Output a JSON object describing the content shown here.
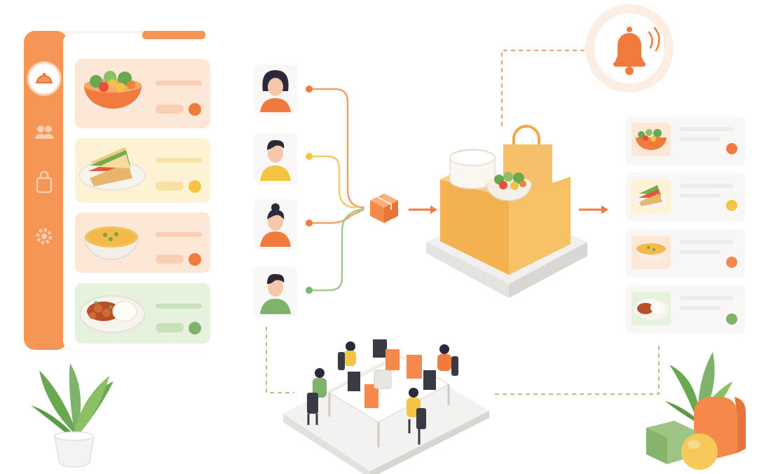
{
  "colors": {
    "orange": "#f5894a",
    "orange_light": "#fde8d8",
    "yellow": "#f5c443",
    "yellow_light": "#fdf3d4",
    "green": "#7fb26b",
    "green_light": "#e6f1de",
    "sidebar": "#f59556",
    "box": "#f6b756",
    "connector_orange": "#f0a06e",
    "connector_yellow": "#f3cc6a",
    "connector_green": "#a7c98c"
  },
  "sidebar": {
    "icons": [
      "cloche-icon",
      "users-icon",
      "shopping-bag-icon",
      "gear-icon"
    ],
    "selected": "cloche-icon"
  },
  "menu_cards": [
    {
      "dish": "salad-bowl-icon",
      "status": "orange"
    },
    {
      "dish": "sandwich-icon",
      "status": "yellow"
    },
    {
      "dish": "soup-bowl-icon",
      "status": "orange"
    },
    {
      "dish": "curry-rice-icon",
      "status": "green"
    }
  ],
  "people": [
    {
      "avatar": "woman-long-hair-icon",
      "shirt": "orange"
    },
    {
      "avatar": "man-short-hair-icon",
      "shirt": "yellow"
    },
    {
      "avatar": "woman-bun-hair-icon",
      "shirt": "orange"
    },
    {
      "avatar": "man-icon",
      "shirt": "green"
    }
  ],
  "hub": {
    "icon": "package-icon"
  },
  "lunch_box": {
    "icon": "delivery-box-icon"
  },
  "notification": {
    "icon": "bell-icon"
  },
  "order_list": [
    {
      "dish": "salad-bowl-icon",
      "status": "orange"
    },
    {
      "dish": "sandwich-icon",
      "status": "yellow"
    },
    {
      "dish": "soup-bowl-icon",
      "status": "orange"
    },
    {
      "dish": "curry-rice-icon",
      "status": "green"
    }
  ],
  "office": {
    "icon": "office-team-icon"
  },
  "decorations": [
    "potted-plant-icon",
    "plant-and-shapes-icon"
  ]
}
